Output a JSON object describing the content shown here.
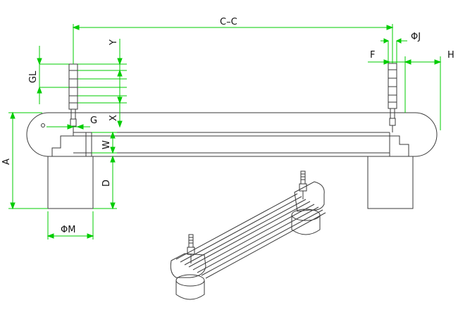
{
  "drawing": {
    "dimensions": {
      "cc": "C–C",
      "phi_j": "ΦJ",
      "f": "F",
      "h": "H",
      "y": "Y",
      "gl": "GL",
      "x": "X",
      "g": "G",
      "a": "A",
      "w": "W",
      "d": "D",
      "phi_m": "ΦM"
    },
    "colors": {
      "outline": "#3a3a3a",
      "dimension": "#00cc00",
      "text": "#111111",
      "background": "#ffffff"
    }
  }
}
